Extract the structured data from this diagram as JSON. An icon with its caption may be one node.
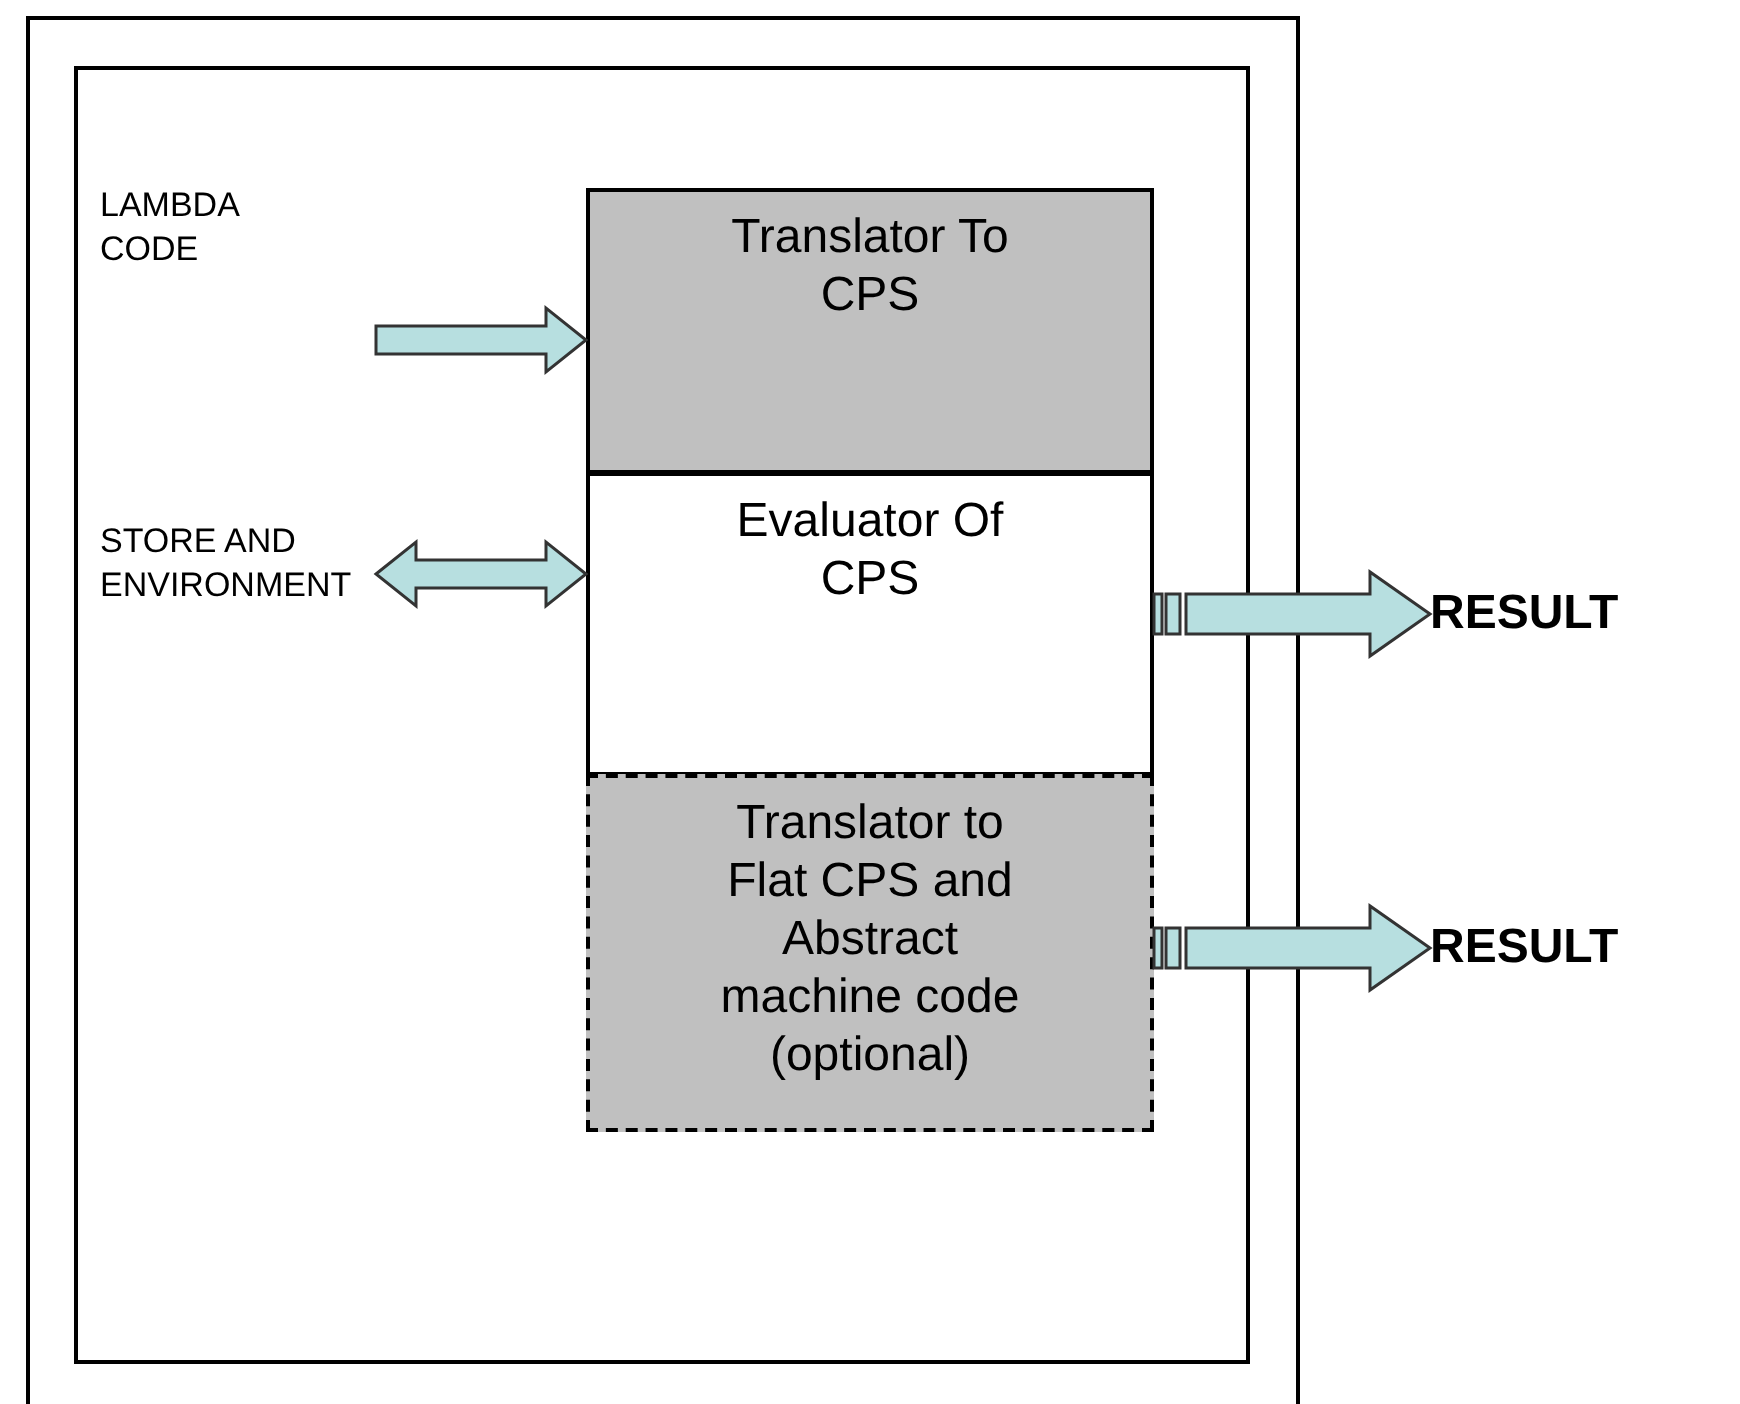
{
  "diagram": {
    "nodes": [
      {
        "text": [],
        "shape": "box"
      },
      {
        "text": [],
        "shape": "box",
        "in": 0
      },
      {
        "text": [
          "Translator To CPS"
        ],
        "in": 1
      },
      {
        "text": [
          "Evaluator Of CPS"
        ],
        "in": 1
      },
      {
        "text": [
          "Translator to Flat CPS and Abstract machine code (optional)"
        ],
        "in": 1
      },
      {
        "text": [
          "LAMBDA CODE"
        ],
        "in": 1
      },
      {
        "text": [
          "STORE AND ENVIRONMENT"
        ],
        "in": 1
      },
      {
        "text": [
          "RESULT"
        ]
      },
      {
        "text": [
          "RESULT"
        ]
      }
    ],
    "edges": [
      {
        "from": 5,
        "to": 2,
        "arrow": "to"
      },
      {
        "from": 6,
        "to": 3,
        "arrow": "both"
      },
      {
        "from": 3,
        "to": 7,
        "arrow": "to"
      },
      {
        "from": 4,
        "to": 8,
        "arrow": "to"
      }
    ]
  }
}
